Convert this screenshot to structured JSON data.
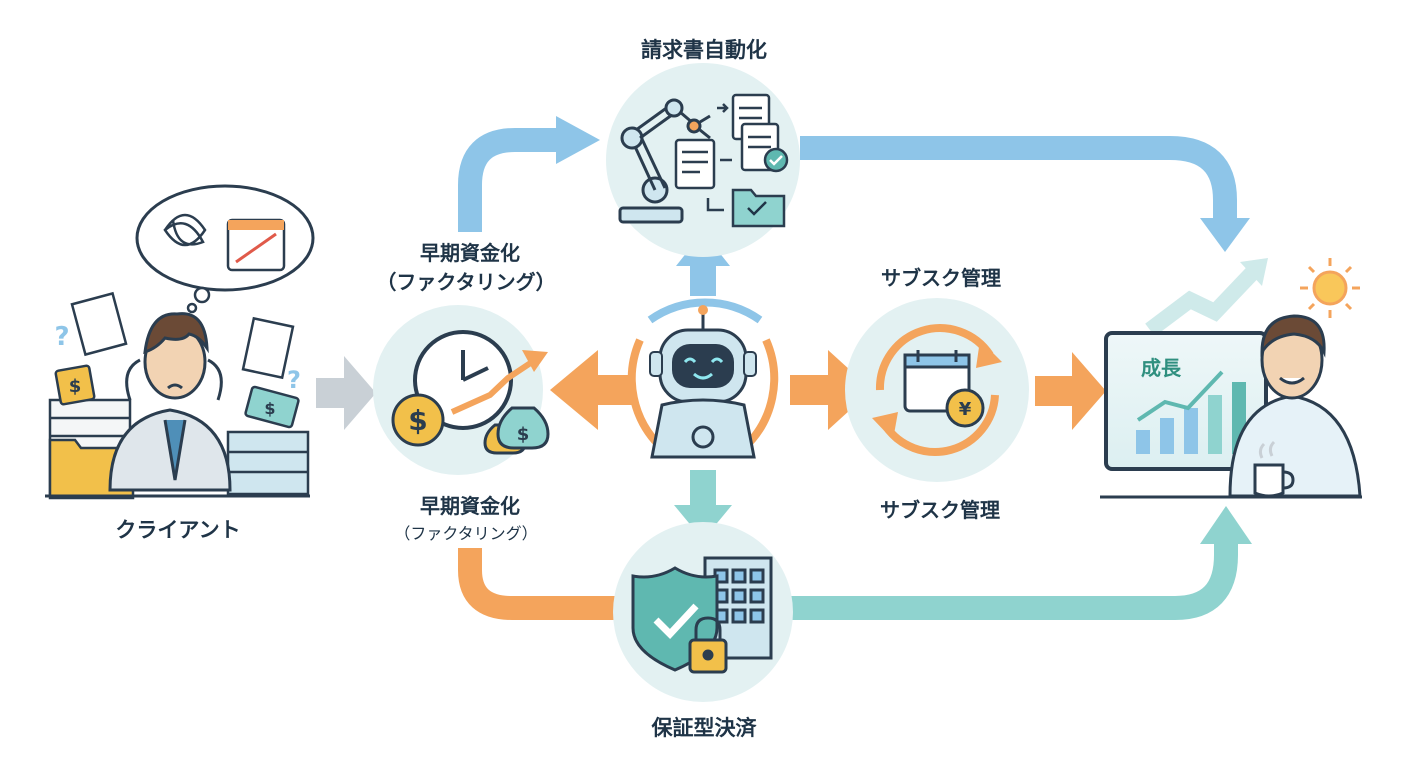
{
  "labels": {
    "invoice_automation": "請求書自動化",
    "early_funding_top": "早期資金化",
    "factoring_top": "（ファクタリング）",
    "early_funding_bottom": "早期資金化",
    "factoring_bottom": "（ファクタリング）",
    "subscription_top": "サブスク管理",
    "subscription_bottom": "サブスク管理",
    "guaranteed_payment": "保証型決済",
    "client": "クライアント",
    "growth": "成長"
  },
  "icons": {
    "currency": "$",
    "yen": "¥",
    "question": "?"
  },
  "colors": {
    "blue_arrow": "#8ec5e8",
    "orange_arrow": "#f4a45c",
    "teal_arrow": "#8fd3cf",
    "grey_arrow": "#c9d0d6",
    "circle_fill": "#e3f1f2",
    "text": "#1f3447"
  }
}
